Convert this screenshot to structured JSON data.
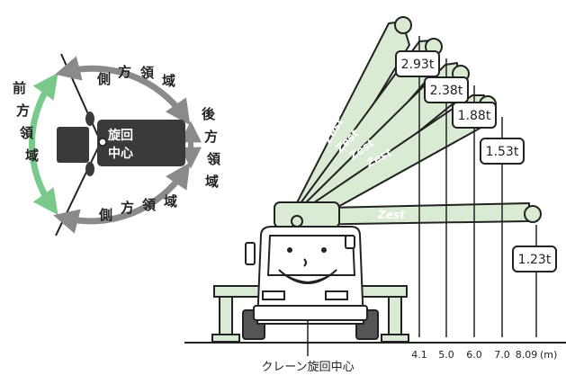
{
  "colors": {
    "arc_front": "#79c98a",
    "arc_side": "#8a8a8a",
    "boom_fill": "#d9ecd3",
    "boom_stroke": "#222222",
    "cab_fill": "#3a3a3a",
    "ink": "#222222"
  },
  "swing_diagram": {
    "zones": {
      "front": "前方領域",
      "side_top": "側方領域",
      "side_bottom": "側方領域",
      "rear": "後方領域"
    },
    "cab_label": {
      "line1": "旋回",
      "line2": "中心"
    }
  },
  "boom_logo": "Zest",
  "load_chart": {
    "loads": [
      "2.93t",
      "2.38t",
      "1.88t",
      "1.53t",
      "1.23t"
    ],
    "distances": [
      "4.1",
      "5.0",
      "6.0",
      "7.0",
      "8.09"
    ],
    "distance_unit": "(m)"
  },
  "caption": "クレーン旋回中心"
}
